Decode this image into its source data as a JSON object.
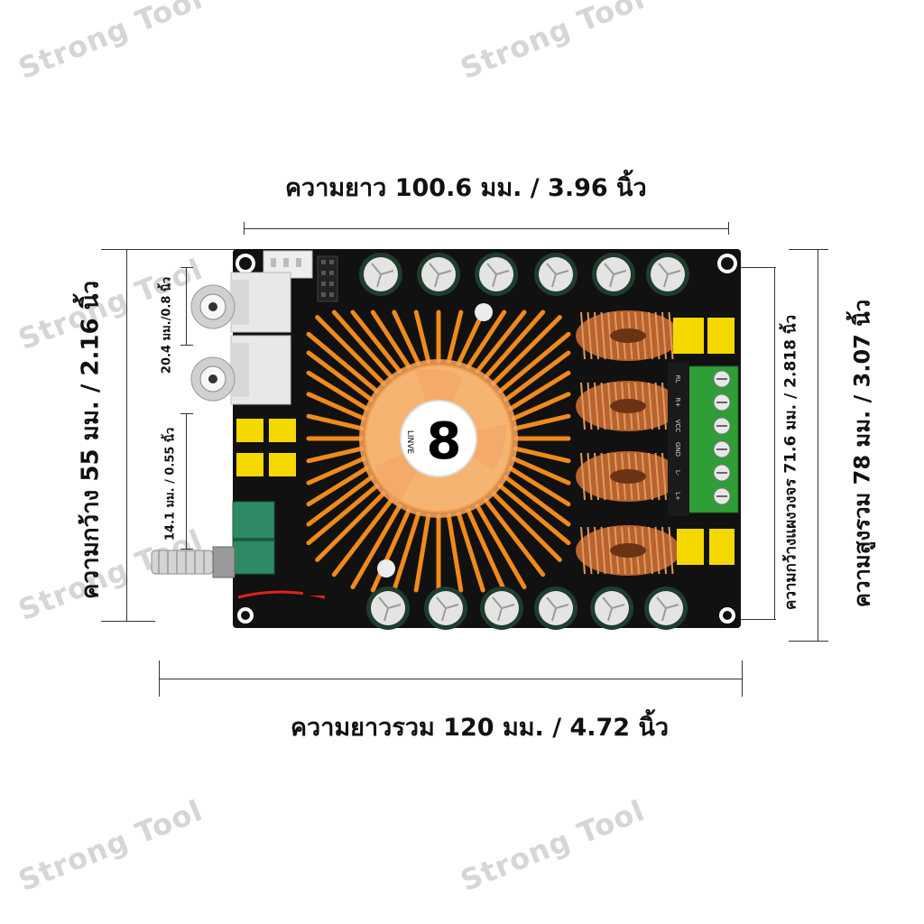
{
  "watermark": "Strong Tool",
  "dimensions": {
    "top_length": "ความยาว 100.6 มม. / 3.96 นิ้ว",
    "bottom_total_length": "ความยาวรวม 120 มม. / 4.72 นิ้ว",
    "left_width": "ความกว้าง 55 มม. / 2.16 นิ้ว",
    "right_board_width": "ความกว้างแผงวงจร 71.6 มม. / 2.818 นิ้ว",
    "right_total_height": "ความสูงรวม 78 มม. / 3.07 นิ้ว",
    "rca_spacing": "20.4 มม./0.8 นิ้ว",
    "connector_offset": "14.1 มม. / 0.55 นิ้ว"
  },
  "board": {
    "fan_logo": "8",
    "fan_label": "LINVE",
    "terminal_labels": [
      "RL",
      "R+",
      "VCC",
      "GND",
      "L-",
      "L+"
    ],
    "colors": {
      "pcb": "#111111",
      "heatsink": "#f08a1c",
      "terminal": "#2f9e36",
      "capacitor_sleeve": "#1f3d2c",
      "inductor": "#b8622e",
      "yellow_cap": "#f5d800"
    }
  }
}
